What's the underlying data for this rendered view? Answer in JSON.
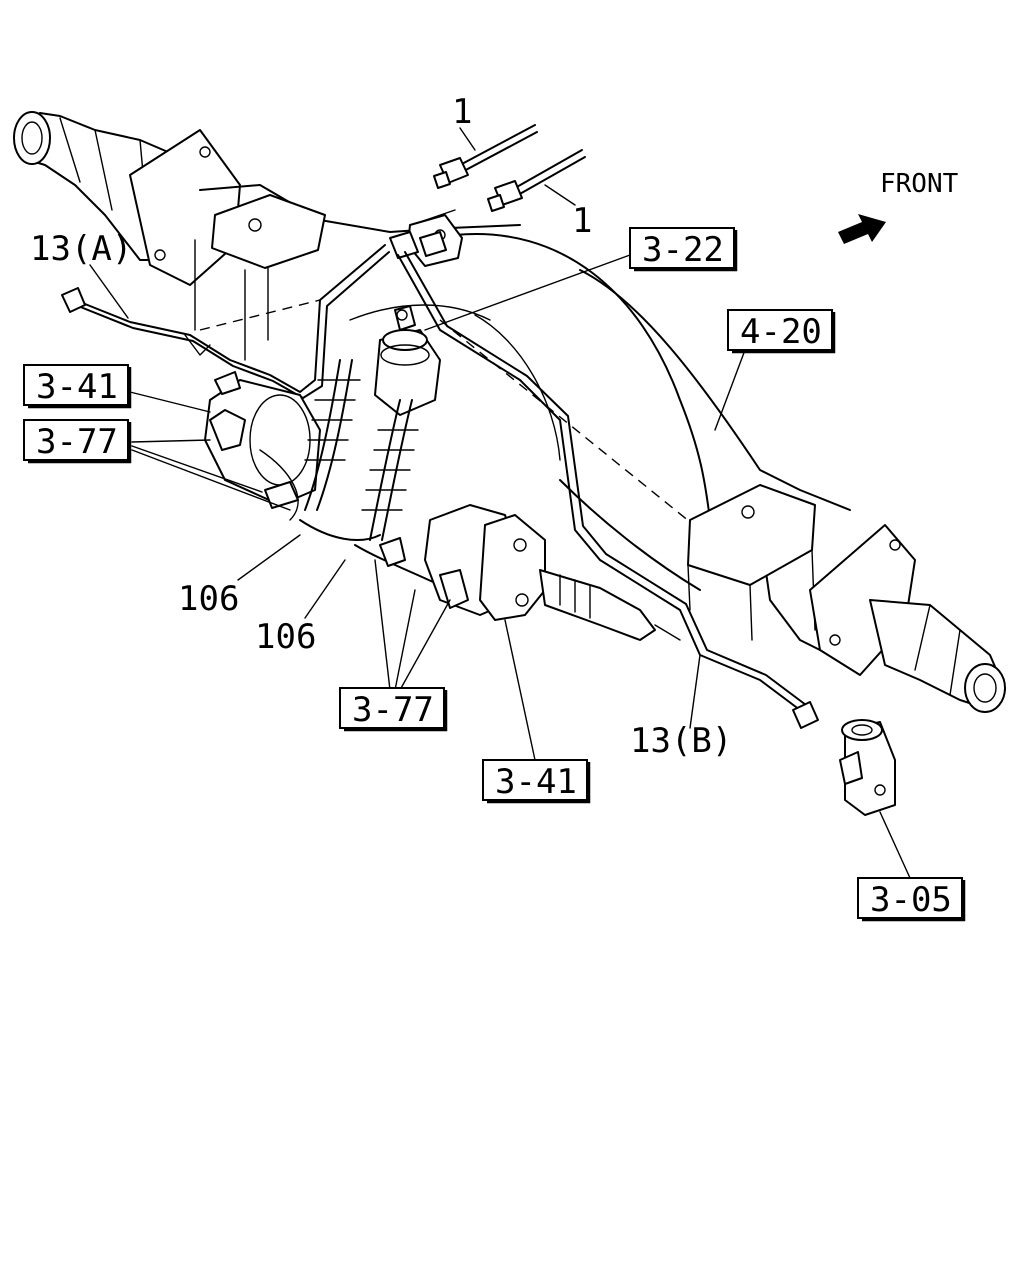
{
  "diagram": {
    "direction_label": "FRONT",
    "callouts": {
      "brake_pipe_top_a": "1",
      "brake_pipe_top_b": "1",
      "pipe_13a": "13(A)",
      "pipe_13b": "13(B)",
      "hose_106_a": "106",
      "hose_106_b": "106",
      "ref_3_22": "3-22",
      "ref_4_20": "4-20",
      "ref_3_41_left": "3-41",
      "ref_3_41_bottom": "3-41",
      "ref_3_77_left": "3-77",
      "ref_3_77_bottom": "3-77",
      "ref_3_05": "3-05"
    }
  }
}
